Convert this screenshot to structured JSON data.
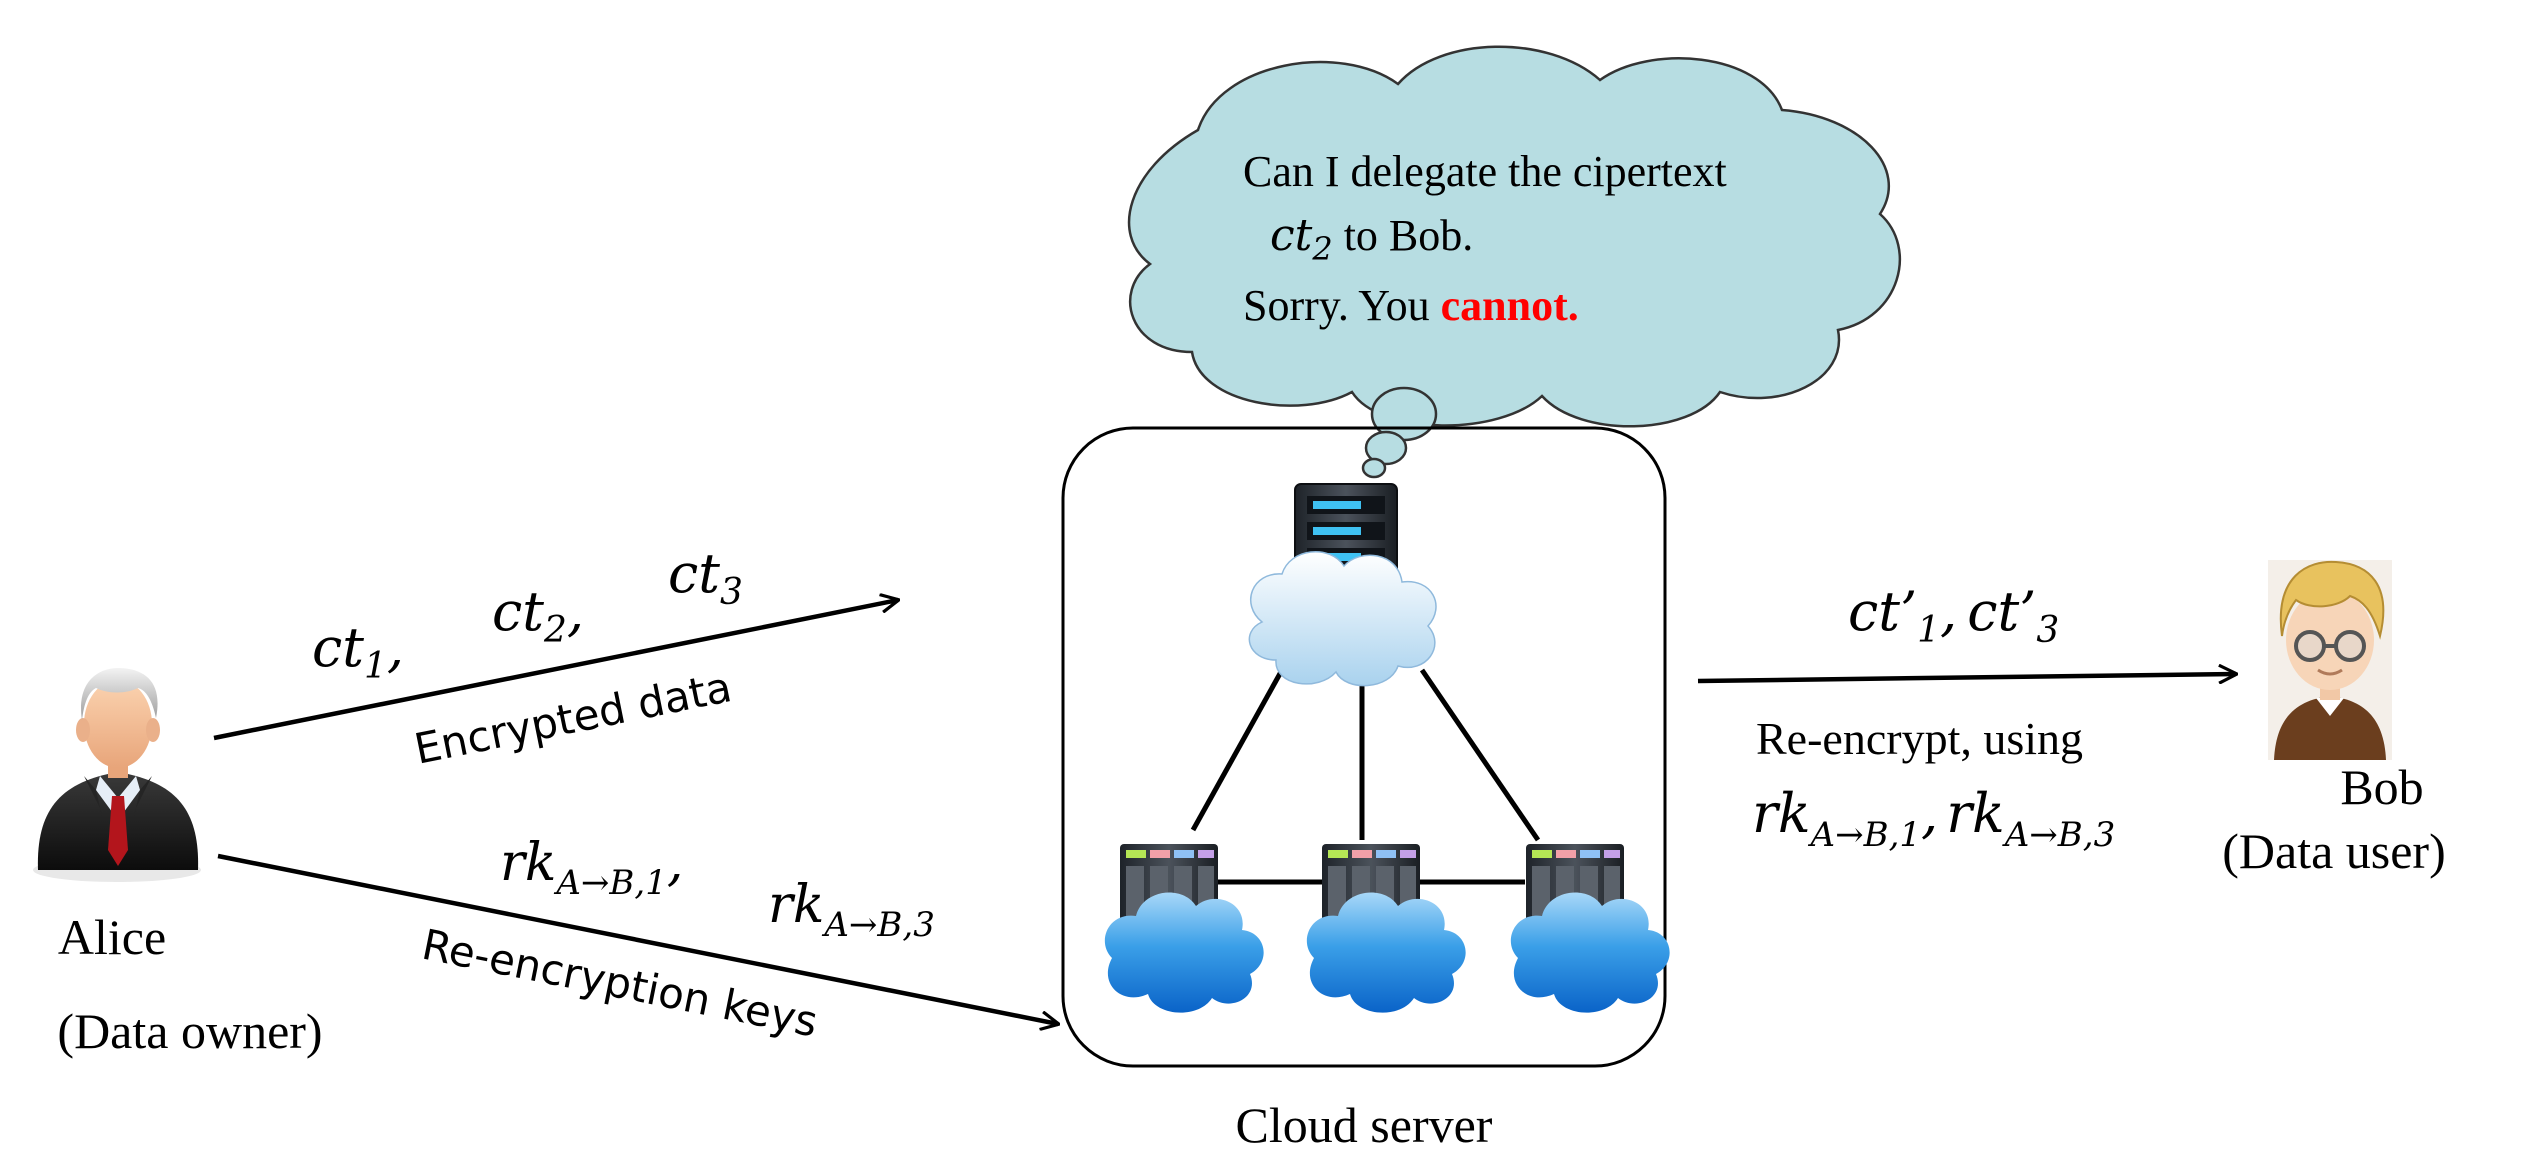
{
  "thought": {
    "line1": "Can I delegate the cipertext",
    "line2_var": "ct",
    "line2_sub": "2",
    "line2_rest": " to Bob.",
    "line3_prefix": "Sorry. You ",
    "line3_emphasis": "cannot.",
    "emphasis_color": "#ff0000",
    "fill_color": "#b7dde2"
  },
  "alice": {
    "name": "Alice",
    "role": "(Data owner)"
  },
  "bob": {
    "name": "Bob",
    "role": "(Data user)"
  },
  "server": {
    "label": "Cloud server"
  },
  "upper_arrow": {
    "items": [
      {
        "var": "ct",
        "sub": "1",
        "sep": ","
      },
      {
        "var": "ct",
        "sub": "2",
        "sep": ","
      },
      {
        "var": "ct",
        "sub": "3",
        "sep": ""
      }
    ],
    "label": "Encrypted data"
  },
  "lower_arrow": {
    "items": [
      {
        "var": "rk",
        "sub": "A→B,1",
        "sep": ","
      },
      {
        "var": "rk",
        "sub": "A→B,3",
        "sep": ""
      }
    ],
    "label": "Re-encryption keys"
  },
  "right_arrow": {
    "ct1_var": "ct",
    "ct1_prime": "’",
    "ct1_sub": "1",
    "sep": ",",
    "ct3_var": "ct",
    "ct3_prime": "’",
    "ct3_sub": "3",
    "label": "Re-encrypt, using",
    "rk1_var": "rk",
    "rk1_sub": "A→B,1",
    "rk_sep": ",",
    "rk3_var": "rk",
    "rk3_sub": "A→B,3"
  }
}
